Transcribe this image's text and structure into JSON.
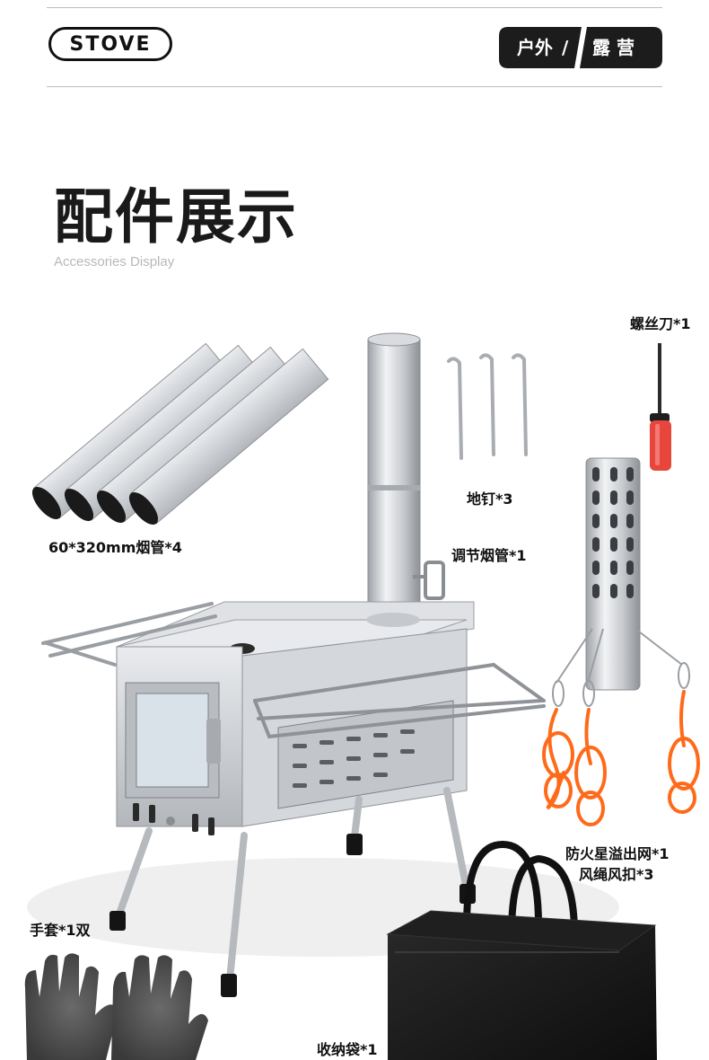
{
  "header": {
    "brand": "STOVE",
    "tag_left": "户外",
    "tag_sep": "/",
    "tag_right": "露 营"
  },
  "section": {
    "title": "配件展示",
    "subtitle": "Accessories Display"
  },
  "accessories": {
    "screwdriver": "螺丝刀*1",
    "pipes": "60*320mm烟管*4",
    "stakes": "地钉*3",
    "adjust_pipe": "调节烟管*1",
    "spark_net": "防火星溢出网*1",
    "rope_buckle": "风绳风扣*3",
    "gloves": "手套*1双",
    "bag": "收纳袋*1"
  },
  "colors": {
    "accent": "#1c1c1c",
    "steel": "#c9ccd0",
    "rope": "#ff6a1a",
    "handle": "#e8453c"
  }
}
